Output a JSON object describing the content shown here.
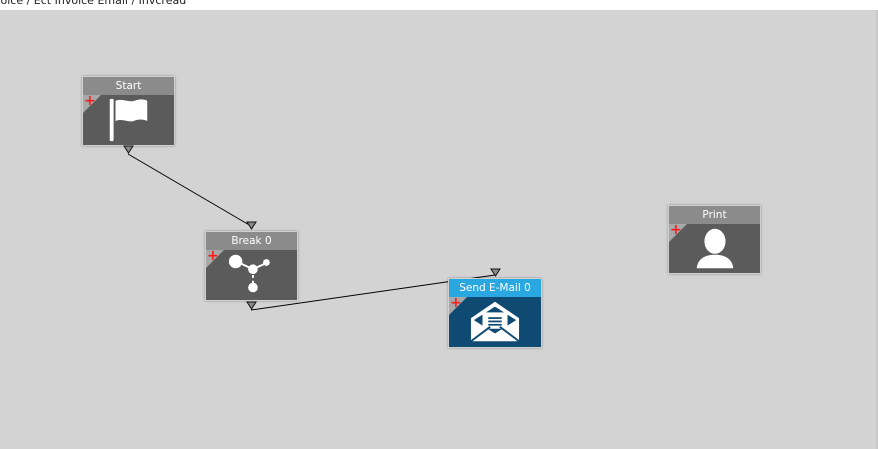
{
  "breadcrumb": "voice / Ect Invoice Email / Invcread",
  "canvas": {
    "background": "#d3d3d3"
  },
  "nodes": {
    "start": {
      "title": "Start",
      "icon": "flag-icon",
      "action": "+"
    },
    "break": {
      "title": "Break 0",
      "icon": "branch-icon",
      "action": "+"
    },
    "email": {
      "title": "Send E-Mail 0",
      "icon": "envelope-icon",
      "action": "+",
      "accent": "#29a7e0"
    },
    "print": {
      "title": "Print",
      "icon": "person-icon",
      "action": "+"
    }
  },
  "connections": [
    {
      "from": "Start",
      "to": "Break 0"
    },
    {
      "from": "Break 0",
      "to": "Send E-Mail 0"
    }
  ]
}
